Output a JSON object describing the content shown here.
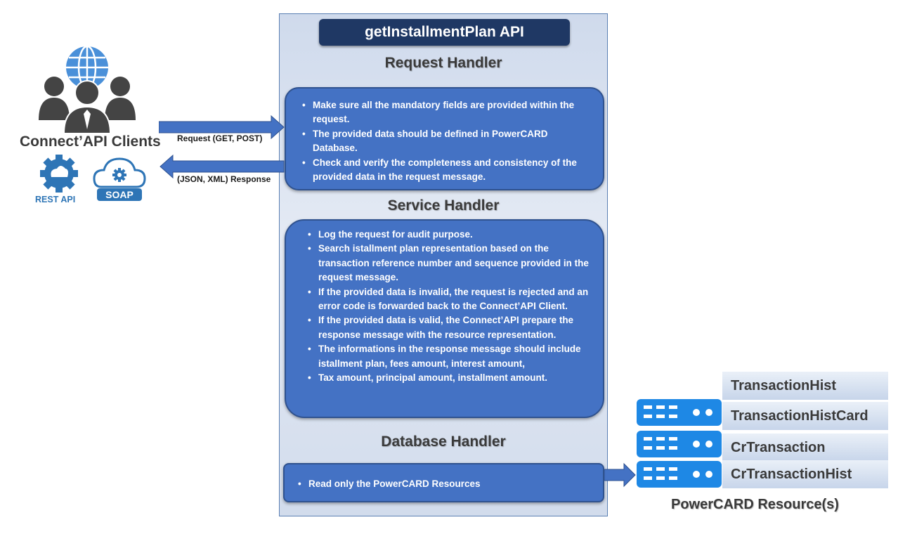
{
  "api_title": "getInstallmentPlan API",
  "request_handler": {
    "heading": "Request Handler",
    "bullets": [
      "Make sure all the mandatory fields are provided within the request.",
      "The provided data should be defined in PowerCARD Database.",
      "Check and verify the completeness and consistency of the provided data in the request message."
    ]
  },
  "service_handler": {
    "heading": "Service Handler",
    "bullets": [
      "Log the request for audit purpose.",
      "Search istallment plan representation based on the transaction reference number and sequence provided in the request message.",
      "If the provided data is invalid, the request is rejected and an error code is forwarded back to the Connect’API Client.",
      "If the provided data is valid, the Connect’API prepare the response message with the resource representation.",
      "The informations in the response message should include istallment plan, fees amount, interest amount,",
      "Tax amount, principal amount, installment amount."
    ]
  },
  "database_handler": {
    "heading": "Database Handler",
    "bullets": [
      "Read only the PowerCARD Resources"
    ]
  },
  "clients": {
    "label": "Connect’API Clients",
    "rest_label": "REST API",
    "soap_label": "SOAP",
    "request_arrow_label": "Request (GET, POST)",
    "response_arrow_label": "(JSON, XML) Response"
  },
  "resources": {
    "tables": [
      "TransactionHist",
      "TransactionHistCard",
      "CrTransaction",
      "CrTransactionHist"
    ],
    "label": "PowerCARD Resource(s)"
  },
  "colors": {
    "box_fill": "#4472c4",
    "title_fill": "#1f3864",
    "server_fill": "#1e88e5",
    "arrow_fill": "#4472c4"
  }
}
